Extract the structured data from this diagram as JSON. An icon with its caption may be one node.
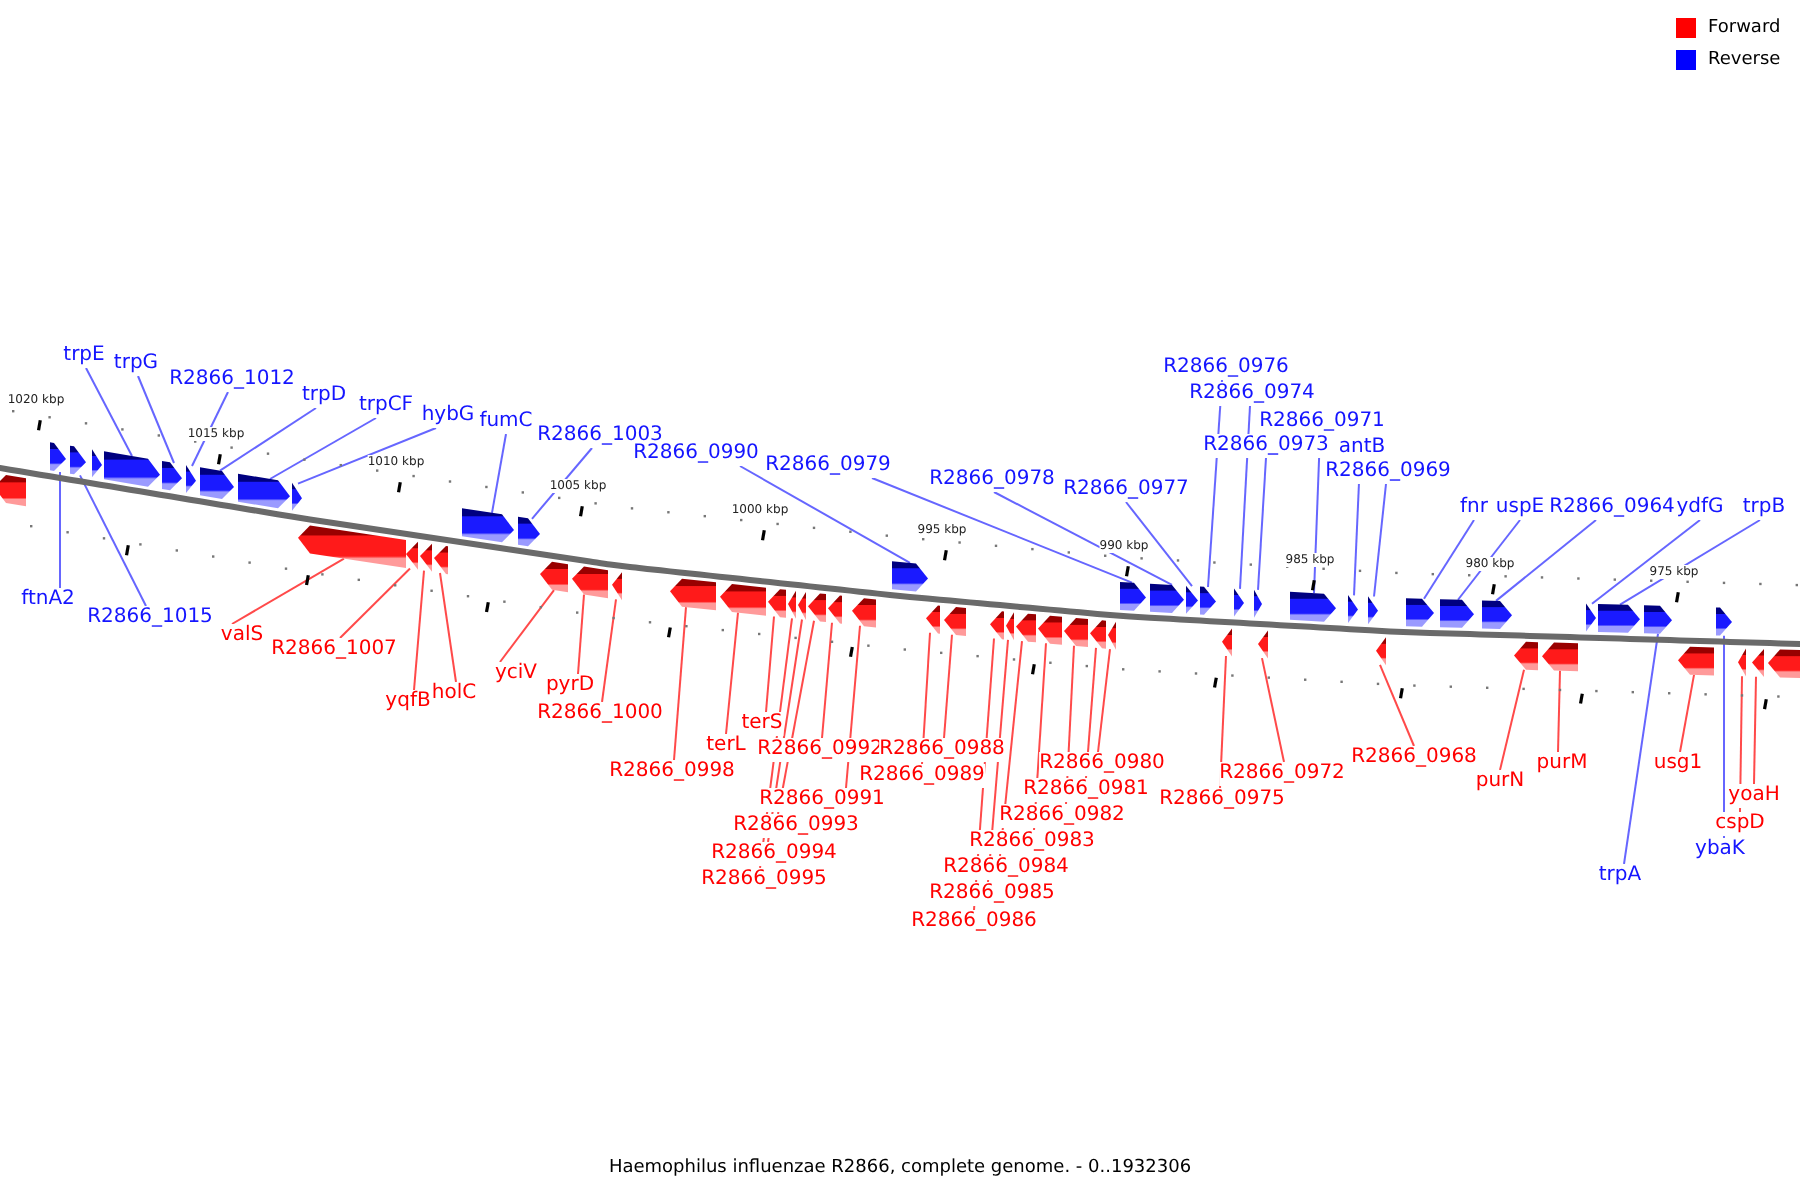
{
  "diagram": {
    "caption": "Haemophilus influenzae R2866, complete genome. - 0..1932306",
    "nodes": [
      {
        "text": [],
        "shape": "arrow"
      },
      {
        "text": [
          "ftnA2"
        ]
      },
      {
        "text": [],
        "shape": "arrow"
      },
      {
        "text": [
          "R2866_1015"
        ]
      },
      {
        "text": [],
        "shape": "arrow"
      },
      {
        "text": [],
        "shape": "arrow"
      },
      {
        "text": [
          "trpE"
        ]
      },
      {
        "text": [],
        "shape": "arrow"
      },
      {
        "text": [
          "trpG"
        ]
      },
      {
        "text": [],
        "shape": "arrow"
      },
      {
        "text": [
          "R2866_1012"
        ]
      },
      {
        "text": [],
        "shape": "arrow"
      },
      {
        "text": [
          "trpD"
        ]
      },
      {
        "text": [],
        "shape": "arrow"
      },
      {
        "text": [
          "trpCF"
        ]
      },
      {
        "text": [],
        "shape": "arrow"
      },
      {
        "text": [
          "hybG"
        ]
      },
      {
        "text": [],
        "shape": "arrow"
      },
      {
        "text": [
          "valS"
        ]
      },
      {
        "text": [],
        "shape": "arrow"
      },
      {
        "text": [
          "R2866_1007"
        ]
      },
      {
        "text": [],
        "shape": "arrow"
      },
      {
        "text": [
          "yqfB"
        ]
      },
      {
        "text": [],
        "shape": "arrow"
      },
      {
        "text": [
          "holC"
        ]
      },
      {
        "text": [],
        "shape": "arrow"
      },
      {
        "text": [
          "fumC"
        ]
      },
      {
        "text": [],
        "shape": "arrow"
      },
      {
        "text": [
          "R2866_1003"
        ]
      },
      {
        "text": [],
        "shape": "arrow"
      },
      {
        "text": [
          "yciV"
        ]
      },
      {
        "text": [],
        "shape": "arrow"
      },
      {
        "text": [
          "pyrD"
        ]
      },
      {
        "text": [],
        "shape": "arrow"
      },
      {
        "text": [
          "R2866_1000"
        ]
      },
      {
        "text": [],
        "shape": "arrow"
      },
      {
        "text": [
          "R2866_0998"
        ]
      },
      {
        "text": [],
        "shape": "arrow"
      },
      {
        "text": [
          "terL"
        ]
      },
      {
        "text": [],
        "shape": "arrow"
      },
      {
        "text": [
          "terS"
        ]
      },
      {
        "text": [],
        "shape": "arrow"
      },
      {
        "text": [
          "R2866_0995"
        ]
      },
      {
        "text": [],
        "shape": "arrow"
      },
      {
        "text": [
          "R2866_0994"
        ]
      },
      {
        "text": [],
        "shape": "arrow"
      },
      {
        "text": [
          "R2866_0993"
        ]
      },
      {
        "text": [],
        "shape": "arrow"
      },
      {
        "text": [
          "R2866_0992"
        ]
      },
      {
        "text": [],
        "shape": "arrow"
      },
      {
        "text": [
          "R2866_0991"
        ]
      },
      {
        "text": [],
        "shape": "arrow"
      },
      {
        "text": [
          "R2866_0990"
        ]
      },
      {
        "text": [],
        "shape": "arrow"
      },
      {
        "text": [
          "R2866_0989"
        ]
      },
      {
        "text": [],
        "shape": "arrow"
      },
      {
        "text": [
          "R2866_0988"
        ]
      },
      {
        "text": [],
        "shape": "arrow"
      },
      {
        "text": [
          "R2866_0986"
        ]
      },
      {
        "text": [],
        "shape": "arrow"
      },
      {
        "text": [
          "R2866_0985"
        ]
      },
      {
        "text": [],
        "shape": "arrow"
      },
      {
        "text": [
          "R2866_0984"
        ]
      },
      {
        "text": [],
        "shape": "arrow"
      },
      {
        "text": [
          "R2866_0983"
        ]
      },
      {
        "text": [],
        "shape": "arrow"
      },
      {
        "text": [
          "R2866_0982"
        ]
      },
      {
        "text": [],
        "shape": "arrow"
      },
      {
        "text": [
          "R2866_0981"
        ]
      },
      {
        "text": [],
        "shape": "arrow"
      },
      {
        "text": [
          "R2866_0980"
        ]
      },
      {
        "text": [],
        "shape": "arrow"
      },
      {
        "text": [
          "R2866_0979"
        ]
      },
      {
        "text": [],
        "shape": "arrow"
      },
      {
        "text": [
          "R2866_0978"
        ]
      },
      {
        "text": [],
        "shape": "arrow"
      },
      {
        "text": [
          "R2866_0977"
        ]
      },
      {
        "text": [],
        "shape": "arrow"
      },
      {
        "text": [
          "R2866_0976"
        ]
      },
      {
        "text": [],
        "shape": "arrow"
      },
      {
        "text": [
          "R2866_0975"
        ]
      },
      {
        "text": [],
        "shape": "arrow"
      },
      {
        "text": [
          "R2866_0974"
        ]
      },
      {
        "text": [],
        "shape": "arrow"
      },
      {
        "text": [
          "R2866_0973"
        ]
      },
      {
        "text": [],
        "shape": "arrow"
      },
      {
        "text": [
          "R2866_0972"
        ]
      },
      {
        "text": [],
        "shape": "arrow"
      },
      {
        "text": [
          "R2866_0971"
        ]
      },
      {
        "text": [],
        "shape": "arrow"
      },
      {
        "text": [
          "antB"
        ]
      },
      {
        "text": [],
        "shape": "arrow"
      },
      {
        "text": [
          "R2866_0969"
        ]
      },
      {
        "text": [],
        "shape": "arrow"
      },
      {
        "text": [
          "R2866_0968"
        ]
      },
      {
        "text": [],
        "shape": "arrow"
      },
      {
        "text": [
          "fnr"
        ]
      },
      {
        "text": [],
        "shape": "arrow"
      },
      {
        "text": [
          "uspE"
        ]
      },
      {
        "text": [],
        "shape": "arrow"
      },
      {
        "text": [
          "R2866_0964"
        ]
      },
      {
        "text": [],
        "shape": "arrow"
      },
      {
        "text": [
          "purN"
        ]
      },
      {
        "text": [],
        "shape": "arrow"
      },
      {
        "text": [
          "purM"
        ]
      },
      {
        "text": [],
        "shape": "arrow"
      },
      {
        "text": [
          "ydfG"
        ]
      },
      {
        "text": [],
        "shape": "arrow"
      },
      {
        "text": [
          "trpB"
        ]
      },
      {
        "text": [],
        "shape": "arrow"
      },
      {
        "text": [
          "trpA"
        ]
      },
      {
        "text": [],
        "shape": "arrow"
      },
      {
        "text": [
          "usg1"
        ]
      },
      {
        "text": [],
        "shape": "arrow"
      },
      {
        "text": [
          "ybaK"
        ]
      },
      {
        "text": [],
        "shape": "arrow"
      },
      {
        "text": [
          "cspD"
        ]
      },
      {
        "text": [],
        "shape": "arrow"
      },
      {
        "text": [
          "yoaH"
        ]
      },
      {
        "text": [],
        "shape": "arrow"
      },
      {
        "text": [],
        "shape": "arrow"
      }
    ],
    "edges": [
      {
        "from": 1,
        "to": 2,
        "arrow": "none",
        "color": "#6666ff"
      },
      {
        "from": 3,
        "to": 4,
        "arrow": "none",
        "color": "#6666ff"
      },
      {
        "from": 6,
        "to": 7,
        "arrow": "none",
        "color": "#6666ff"
      },
      {
        "from": 8,
        "to": 9,
        "arrow": "none",
        "color": "#6666ff"
      },
      {
        "from": 10,
        "to": 11,
        "arrow": "none",
        "color": "#6666ff"
      },
      {
        "from": 12,
        "to": 13,
        "arrow": "none",
        "color": "#6666ff"
      },
      {
        "from": 14,
        "to": 15,
        "arrow": "none",
        "color": "#6666ff"
      },
      {
        "from": 16,
        "to": 17,
        "arrow": "none",
        "color": "#6666ff"
      },
      {
        "from": 18,
        "to": 19,
        "arrow": "none"
      },
      {
        "from": 20,
        "to": 21,
        "arrow": "none"
      },
      {
        "from": 22,
        "to": 23,
        "arrow": "none"
      },
      {
        "from": 24,
        "to": 25,
        "arrow": "none"
      },
      {
        "from": 26,
        "to": 27,
        "arrow": "none",
        "color": "#6666ff"
      },
      {
        "from": 28,
        "to": 29,
        "arrow": "none",
        "color": "#6666ff"
      },
      {
        "from": 30,
        "to": 31,
        "arrow": "none"
      },
      {
        "from": 32,
        "to": 33,
        "arrow": "none"
      },
      {
        "from": 34,
        "to": 35,
        "arrow": "none"
      },
      {
        "from": 36,
        "to": 37,
        "arrow": "none"
      },
      {
        "from": 38,
        "to": 39,
        "arrow": "none"
      },
      {
        "from": 40,
        "to": 41,
        "arrow": "none"
      },
      {
        "from": 42,
        "to": 43,
        "arrow": "none"
      },
      {
        "from": 44,
        "to": 45,
        "arrow": "none"
      },
      {
        "from": 46,
        "to": 47,
        "arrow": "none"
      },
      {
        "from": 48,
        "to": 49,
        "arrow": "none"
      },
      {
        "from": 50,
        "to": 51,
        "arrow": "none"
      },
      {
        "from": 52,
        "to": 53,
        "arrow": "none",
        "color": "#6666ff"
      },
      {
        "from": 54,
        "to": 55,
        "arrow": "none"
      },
      {
        "from": 56,
        "to": 57,
        "arrow": "none"
      },
      {
        "from": 58,
        "to": 59,
        "arrow": "none"
      },
      {
        "from": 60,
        "to": 61,
        "arrow": "none"
      },
      {
        "from": 62,
        "to": 63,
        "arrow": "none"
      },
      {
        "from": 64,
        "to": 65,
        "arrow": "none"
      },
      {
        "from": 66,
        "to": 67,
        "arrow": "none"
      },
      {
        "from": 68,
        "to": 69,
        "arrow": "none"
      },
      {
        "from": 70,
        "to": 71,
        "arrow": "none"
      },
      {
        "from": 72,
        "to": 73,
        "arrow": "none",
        "color": "#6666ff"
      },
      {
        "from": 74,
        "to": 75,
        "arrow": "none",
        "color": "#6666ff"
      },
      {
        "from": 76,
        "to": 77,
        "arrow": "none",
        "color": "#6666ff"
      },
      {
        "from": 78,
        "to": 79,
        "arrow": "none",
        "color": "#6666ff"
      },
      {
        "from": 80,
        "to": 81,
        "arrow": "none"
      },
      {
        "from": 82,
        "to": 83,
        "arrow": "none",
        "color": "#6666ff"
      },
      {
        "from": 84,
        "to": 85,
        "arrow": "none",
        "color": "#6666ff"
      },
      {
        "from": 86,
        "to": 87,
        "arrow": "none"
      },
      {
        "from": 88,
        "to": 89,
        "arrow": "none",
        "color": "#6666ff"
      },
      {
        "from": 90,
        "to": 91,
        "arrow": "none",
        "color": "#6666ff"
      },
      {
        "from": 92,
        "to": 93,
        "arrow": "none",
        "color": "#6666ff"
      },
      {
        "from": 94,
        "to": 95,
        "arrow": "none"
      },
      {
        "from": 96,
        "to": 97,
        "arrow": "none",
        "color": "#6666ff"
      },
      {
        "from": 98,
        "to": 99,
        "arrow": "none",
        "color": "#6666ff"
      },
      {
        "from": 100,
        "to": 101,
        "arrow": "none",
        "color": "#6666ff"
      },
      {
        "from": 102,
        "to": 103,
        "arrow": "none"
      },
      {
        "from": 104,
        "to": 105,
        "arrow": "none"
      },
      {
        "from": 106,
        "to": 107,
        "arrow": "none",
        "color": "#6666ff"
      },
      {
        "from": 108,
        "to": 109,
        "arrow": "none",
        "color": "#6666ff"
      },
      {
        "from": 110,
        "to": 111,
        "arrow": "none",
        "color": "#6666ff"
      },
      {
        "from": 112,
        "to": 113,
        "arrow": "none"
      },
      {
        "from": 114,
        "to": 115,
        "arrow": "none",
        "color": "#6666ff"
      },
      {
        "from": 116,
        "to": 117,
        "arrow": "none"
      },
      {
        "from": 118,
        "to": 119,
        "arrow": "none"
      }
    ],
    "labels": [
      "1020 kbp",
      "1015 kbp",
      "1010 kbp",
      "1005 kbp",
      "1000 kbp",
      "995 kbp",
      "990 kbp",
      "985 kbp",
      "980 kbp",
      "975 kbp"
    ],
    "legend": [
      {
        "text": "Forward",
        "color": "#ff0000"
      },
      {
        "text": "Reverse",
        "color": "#0000ff"
      }
    ]
  }
}
